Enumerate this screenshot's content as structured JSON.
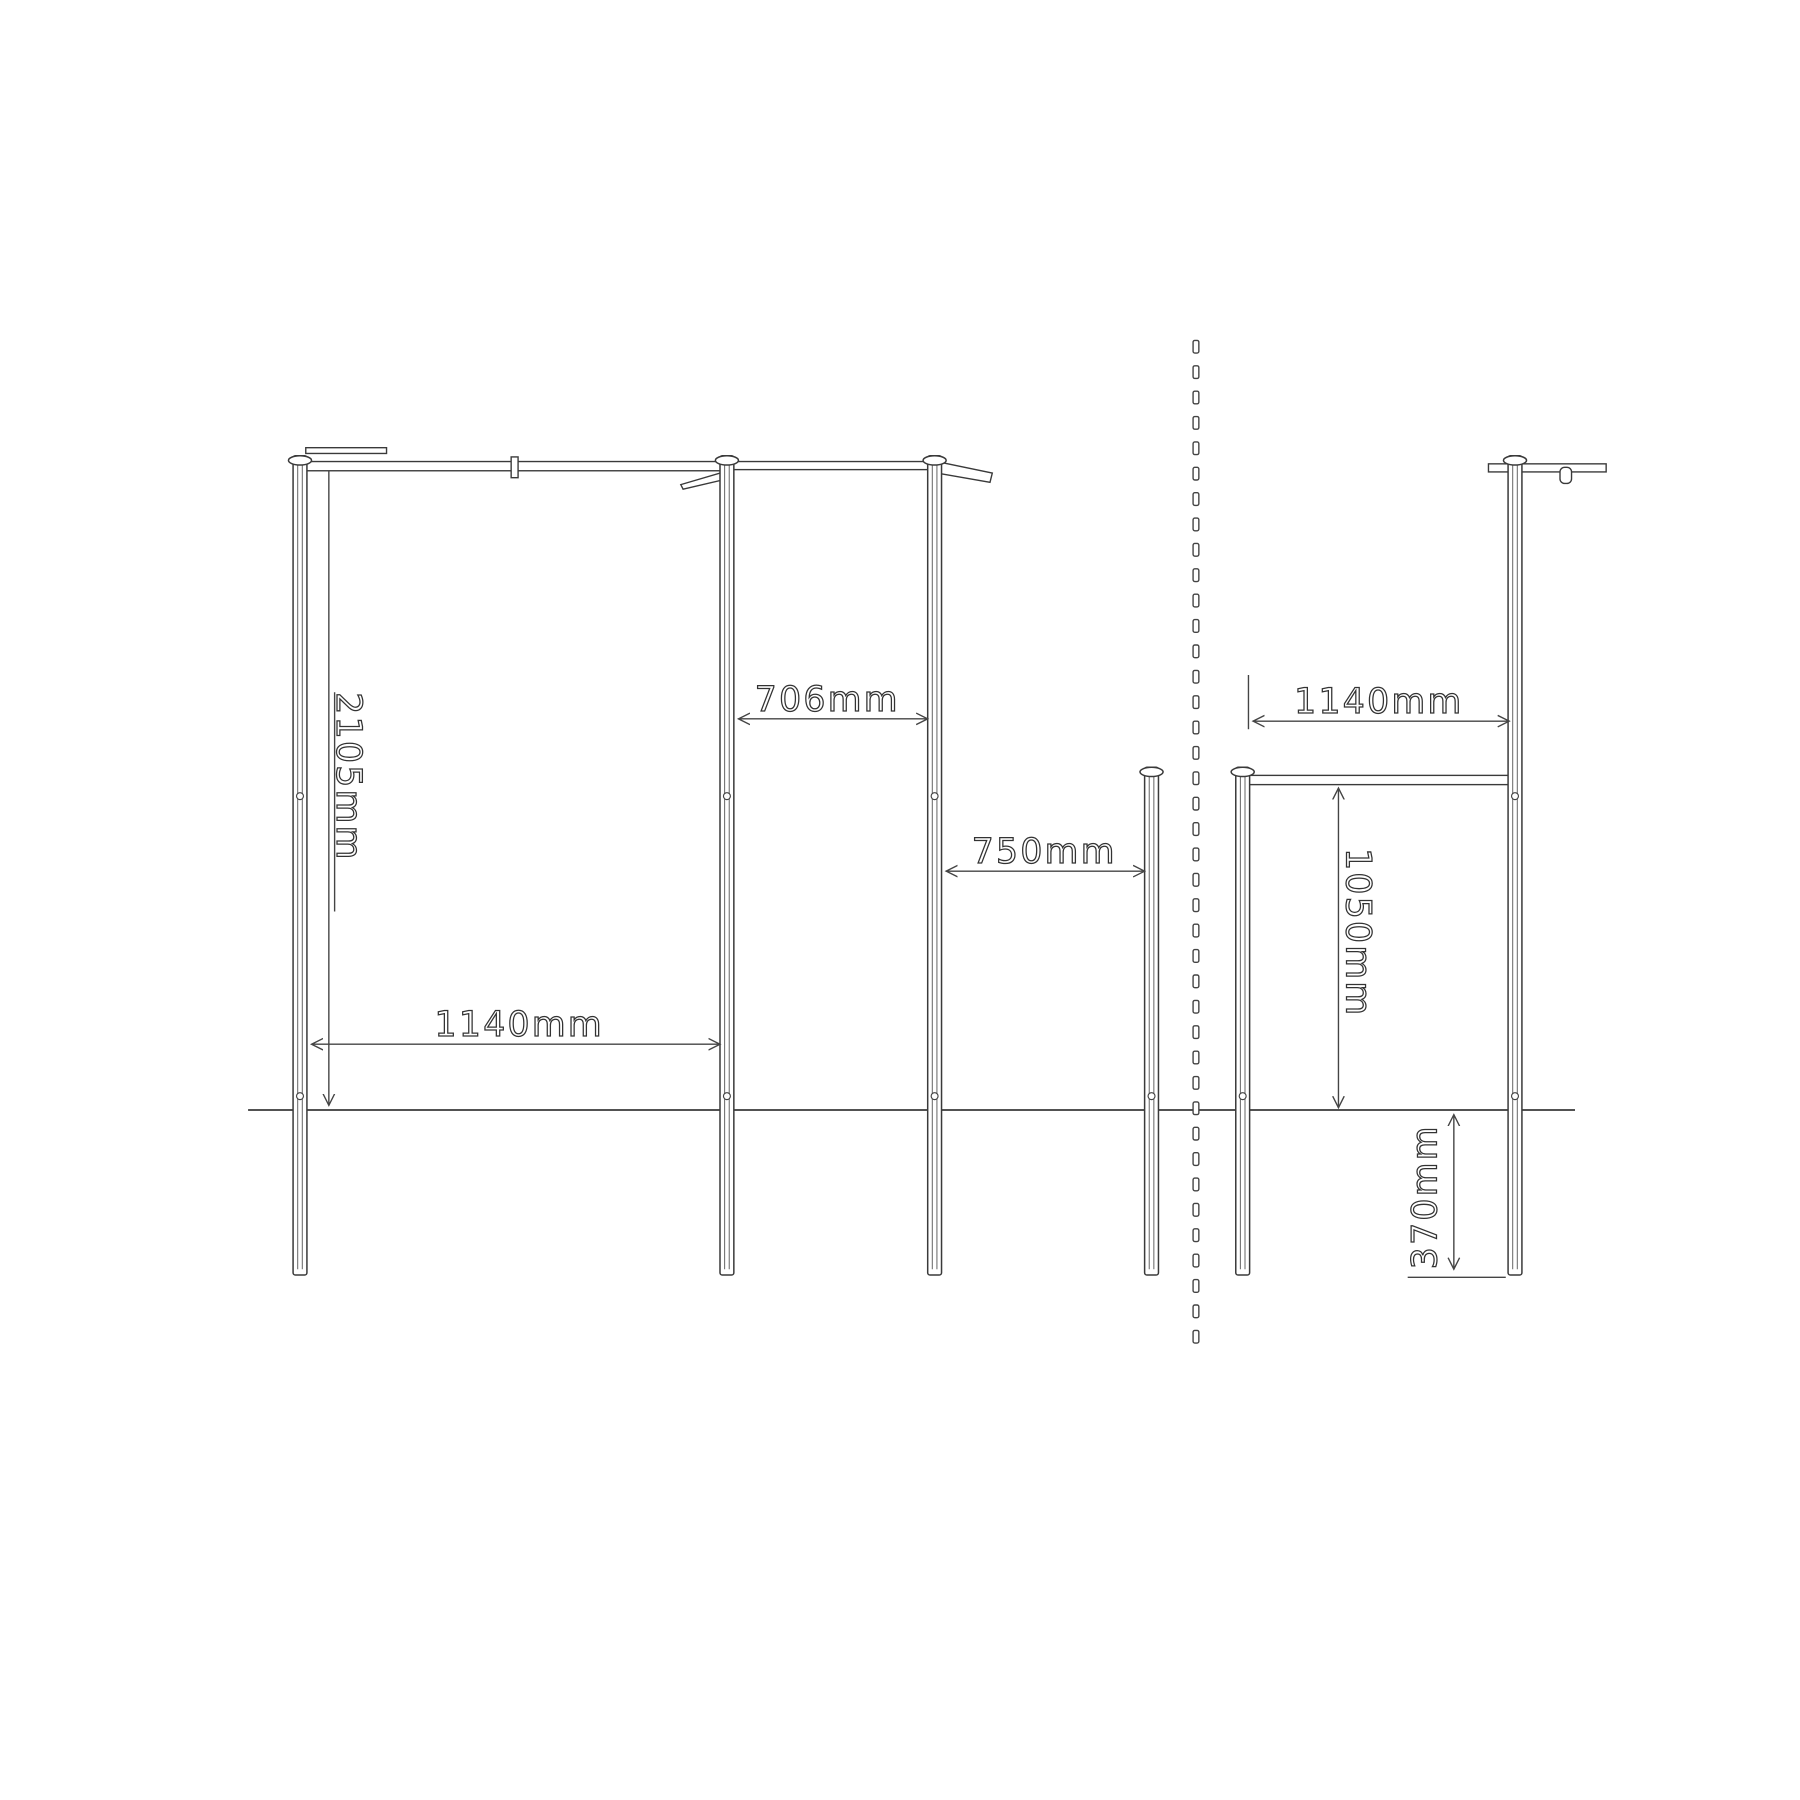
{
  "drawing": {
    "dimensions": {
      "gate_height": "2105mm",
      "gate_width_left": "1140mm",
      "panel_width": "706mm",
      "panel_width_short": "750mm",
      "gate_width_right": "1140mm",
      "fence_height_right": "1050mm",
      "post_depth": "370mm"
    }
  }
}
